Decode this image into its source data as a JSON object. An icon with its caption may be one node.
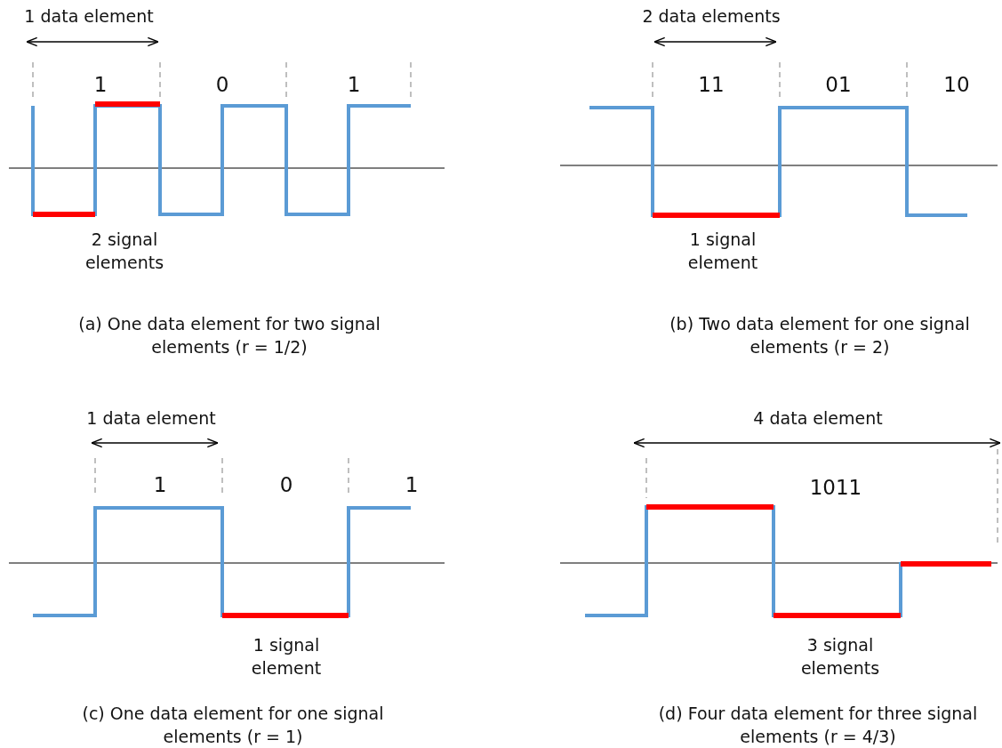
{
  "diagram": {
    "labels": [
      "1 data element",
      "1",
      "0",
      "1",
      "2 signal elements",
      "(a) One data element for two signal elements (r = 1/2)",
      "2 data elements",
      "11",
      "01",
      "10",
      "1 signal element",
      "(b) Two data element for one signal elements (r = 2)",
      "1 data element",
      "1",
      "0",
      "1",
      "1 signal element",
      "(c) One data element for one signal elements (r = 1)",
      "4 data element",
      "1011",
      "3 signal elements",
      "(d) Four data element for three signal elements (r = 4/3)"
    ]
  }
}
